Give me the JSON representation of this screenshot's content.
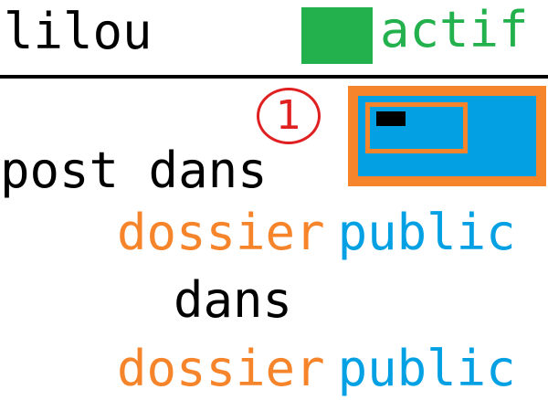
{
  "header": {
    "username": "lilou",
    "status": {
      "label": "actif",
      "color": "#23b14d"
    }
  },
  "step": {
    "number": "1",
    "color": "#e02020"
  },
  "folder_icon": {
    "name": "public-folder-icon",
    "fill": "#03a1e4",
    "border": "#f5842a"
  },
  "body": {
    "post_label": "post dans",
    "folder_1": {
      "kind": "dossier",
      "visibility": "public"
    },
    "in_label": "dans",
    "folder_2": {
      "kind": "dossier",
      "visibility": "public"
    }
  },
  "colors": {
    "folder_word": "#f5842a",
    "public_word": "#03a1e4",
    "text": "#000000"
  }
}
